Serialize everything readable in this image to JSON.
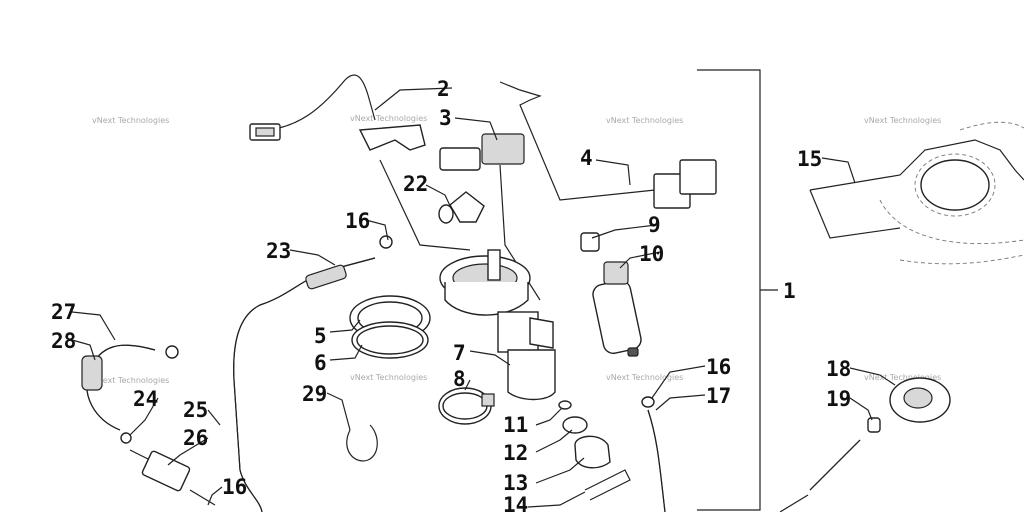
{
  "watermark": "vNext Technologies",
  "callouts": [
    {
      "id": "c1",
      "text": "1"
    },
    {
      "id": "c2",
      "text": "2"
    },
    {
      "id": "c3",
      "text": "3"
    },
    {
      "id": "c4",
      "text": "4"
    },
    {
      "id": "c5",
      "text": "5"
    },
    {
      "id": "c6",
      "text": "6"
    },
    {
      "id": "c7",
      "text": "7"
    },
    {
      "id": "c8",
      "text": "8"
    },
    {
      "id": "c9",
      "text": "9"
    },
    {
      "id": "c10",
      "text": "10"
    },
    {
      "id": "c11",
      "text": "11"
    },
    {
      "id": "c12",
      "text": "12"
    },
    {
      "id": "c13",
      "text": "13"
    },
    {
      "id": "c14",
      "text": "14"
    },
    {
      "id": "c15",
      "text": "15"
    },
    {
      "id": "c16a",
      "text": "16"
    },
    {
      "id": "c16b",
      "text": "16"
    },
    {
      "id": "c16c",
      "text": "16"
    },
    {
      "id": "c17",
      "text": "17"
    },
    {
      "id": "c18",
      "text": "18"
    },
    {
      "id": "c19",
      "text": "19"
    },
    {
      "id": "c22",
      "text": "22"
    },
    {
      "id": "c23",
      "text": "23"
    },
    {
      "id": "c24",
      "text": "24"
    },
    {
      "id": "c25",
      "text": "25"
    },
    {
      "id": "c26",
      "text": "26"
    },
    {
      "id": "c27",
      "text": "27"
    },
    {
      "id": "c28",
      "text": "28"
    },
    {
      "id": "c29",
      "text": "29"
    }
  ]
}
